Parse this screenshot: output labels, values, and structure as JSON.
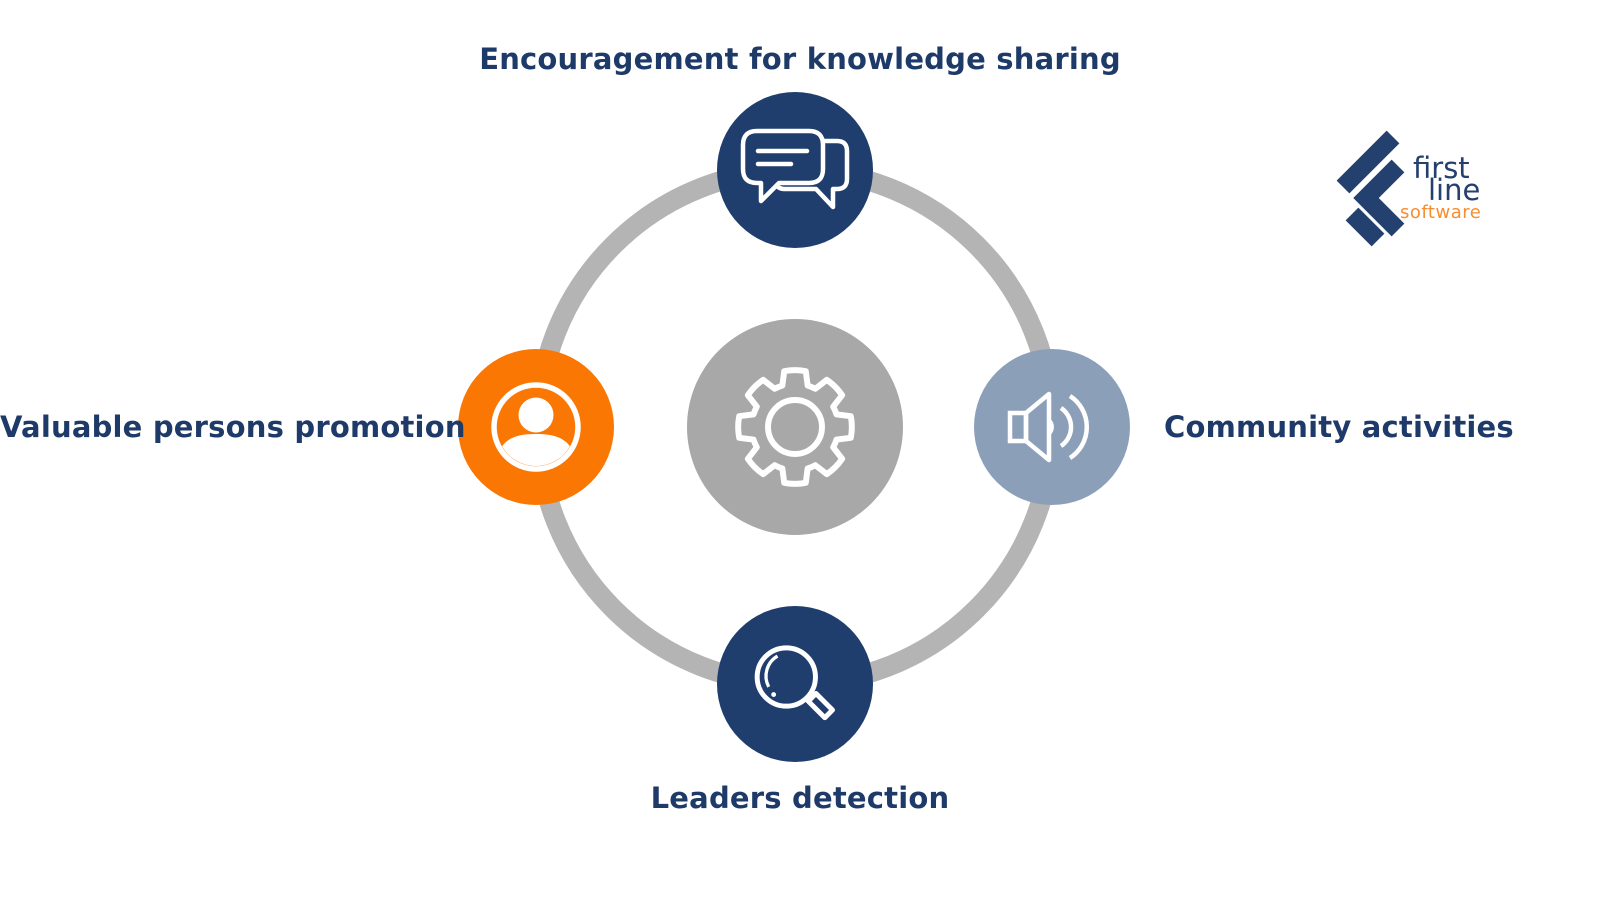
{
  "diagram": {
    "ring_color": "#b4b4b4",
    "label_color": "#1e3a68",
    "center": {
      "icon": "gear-icon",
      "color": "#a8a8a8"
    },
    "nodes": {
      "top": {
        "label": "Encouragement for knowledge sharing",
        "icon": "chat-bubbles-icon",
        "color": "#1f3e6d"
      },
      "right": {
        "label": "Community activities",
        "icon": "loudspeaker-icon",
        "color": "#8c9fb8"
      },
      "bottom": {
        "label": "Leaders detection",
        "icon": "magnifying-glass-icon",
        "color": "#1f3e6d"
      },
      "left": {
        "label": "Valuable persons promotion",
        "icon": "person-icon",
        "color": "#fb7703"
      }
    }
  },
  "logo": {
    "word1": "first",
    "word2": "line",
    "word3": "software",
    "mark_color": "#24406e",
    "text_color": "#24406e",
    "software_color": "#f68d2e"
  }
}
